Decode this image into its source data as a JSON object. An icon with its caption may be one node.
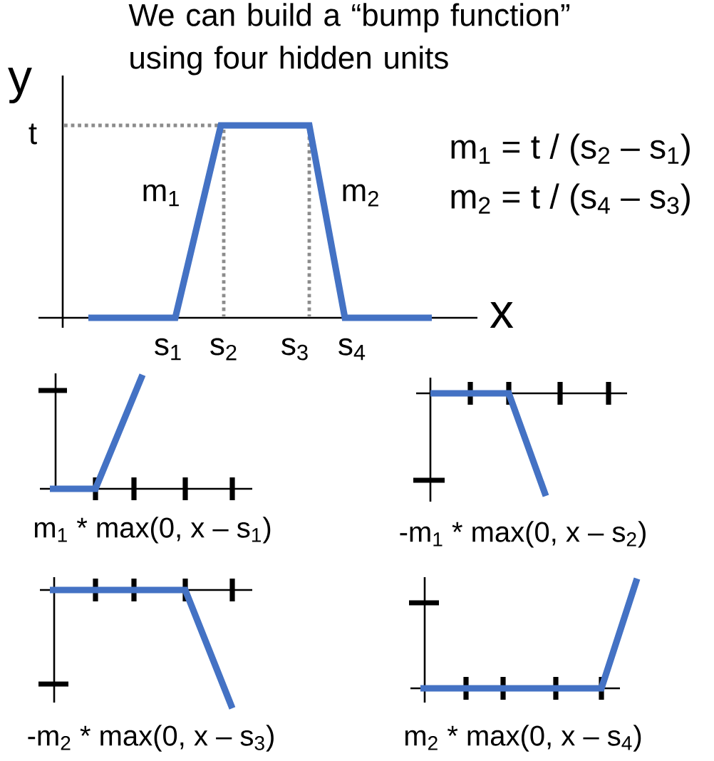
{
  "diagram": {
    "title": "We can build a “bump function” using four hidden units",
    "labels": [
      "y",
      "t",
      "m$_{1}$ = t / (s$_{2}$ – s$_{1}$)",
      "m$_{1}$",
      "m$_{2}$",
      "m$_{2}$ = t / (s$_{4}$ – s$_{3}$)",
      "x",
      "s$_{1}$",
      "s$_{2}$",
      "s$_{3}$",
      "s$_{4}$",
      "m$_{1}$ * max(0, x – s$_{1}$)",
      "-m$_{1}$ * max(0, x – s$_{2}$)",
      "-m$_{2}$ * max(0, x – s$_{3}$)",
      "m$_{2}$ * max(0, x – s$_{4}$)"
    ]
  }
}
